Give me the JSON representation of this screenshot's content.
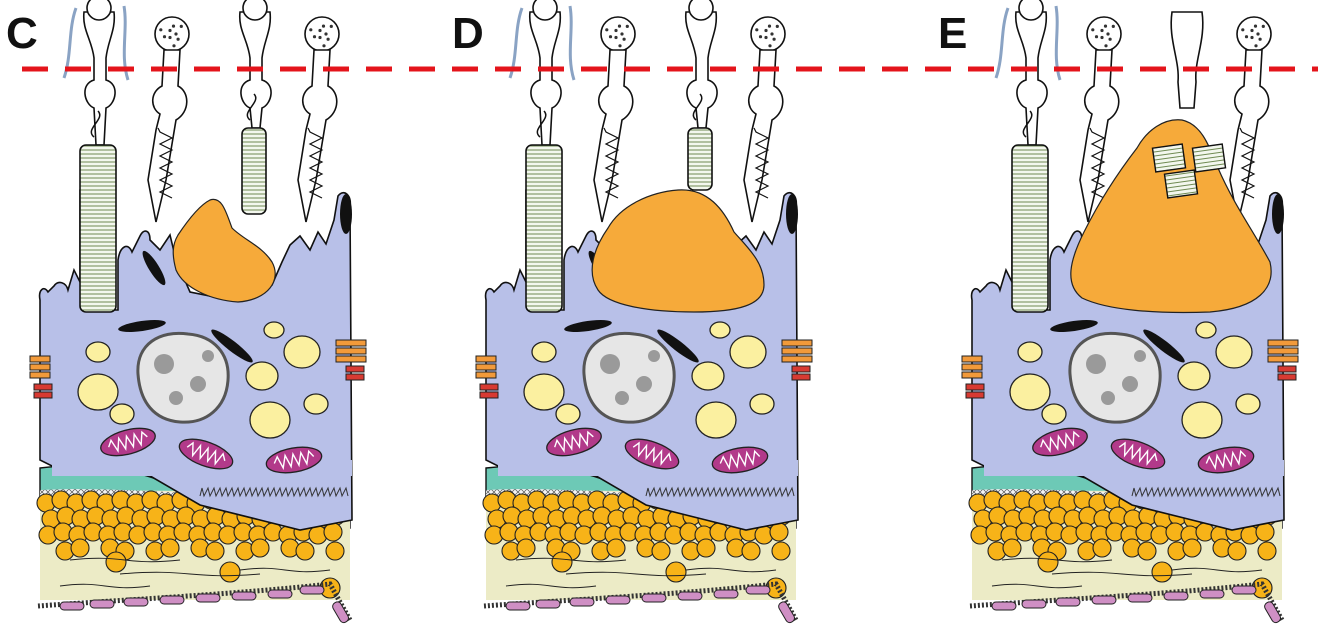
{
  "figure": {
    "panels": [
      {
        "id": "C",
        "label": "C",
        "deposit_size": "small",
        "deposit_has_fragments": false
      },
      {
        "id": "D",
        "label": "D",
        "deposit_size": "medium",
        "deposit_has_fragments": false
      },
      {
        "id": "E",
        "label": "E",
        "deposit_size": "large",
        "deposit_has_fragments": true
      }
    ],
    "reference_line": {
      "style": "dashed"
    },
    "colors": {
      "cell_body": "#b8c0e8",
      "deposit": "#f6aa3a",
      "nucleus": "#e6e6e6",
      "nucleus_spots": "#9a9a9a",
      "melanosome": "#111111",
      "vesicle": "#fbf0a0",
      "mitochondrion": "#b23a8a",
      "bruch_membrane": "#6dc9b6",
      "lipoprotein": "#f7b318",
      "choroid": "#ecebc6",
      "capillary_cell": "#cf8fc4",
      "photoreceptor_axon": "#8aa3c4",
      "dashed_line": "#e4141b",
      "junction_orange": "#f29a3a",
      "junction_red": "#d83a32"
    }
  }
}
